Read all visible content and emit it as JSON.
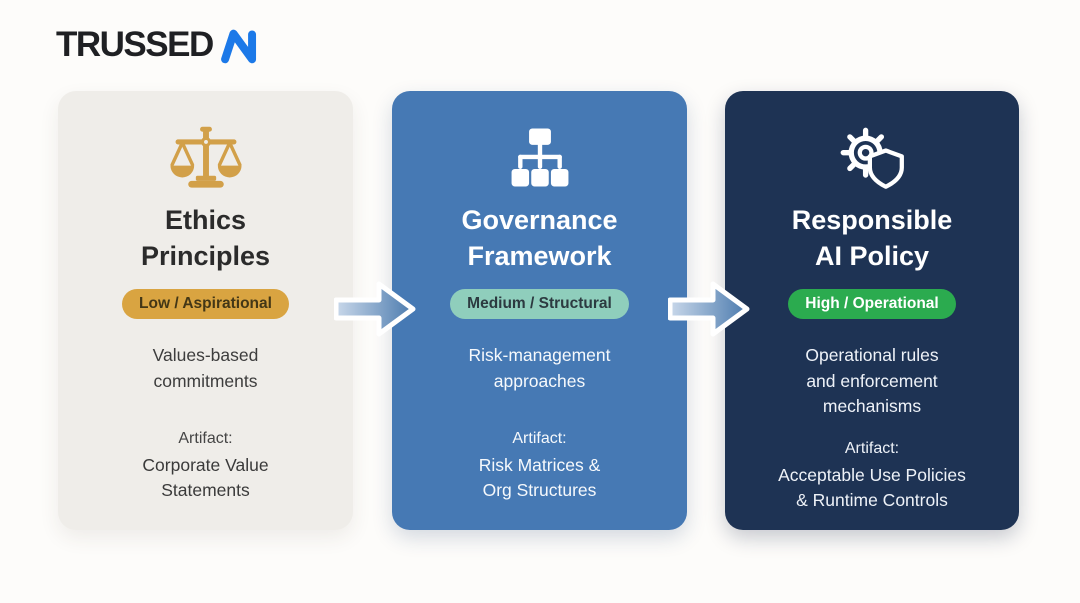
{
  "logo": {
    "text": "TRUSSED",
    "mark": "AI"
  },
  "colors": {
    "background": "#fdfcfa",
    "logo_blue": "#1c79e8",
    "card_ethics_bg": "#efede9",
    "card_governance_bg": "#4679b4",
    "card_policy_bg": "#1e3354",
    "badge_low_bg": "#d9a441",
    "badge_medium_bg": "#8fcebc",
    "badge_high_bg": "#2bab4f",
    "scales_gold": "#d2a049",
    "arrow_gradient_start": "#c9d8ea",
    "arrow_gradient_end": "#4c7bae"
  },
  "cards": [
    {
      "icon": "scales-icon",
      "title_lines": [
        "Ethics",
        "Principles"
      ],
      "badge": "Low / Aspirational",
      "description_lines": [
        "Values-based",
        "commitments"
      ],
      "artifact_label": "Artifact:",
      "artifact_lines": [
        "Corporate Value",
        "Statements"
      ]
    },
    {
      "icon": "org-chart-icon",
      "title_lines": [
        "Governance",
        "Framework"
      ],
      "badge": "Medium / Structural",
      "description_lines": [
        "Risk-management",
        "approaches"
      ],
      "artifact_label": "Artifact:",
      "artifact_lines": [
        "Risk Matrices &",
        "Org Structures"
      ]
    },
    {
      "icon": "gear-shield-icon",
      "title_lines": [
        "Responsible",
        "AI Policy"
      ],
      "badge": "High / Operational",
      "description_lines": [
        "Operational rules",
        "and enforcement",
        "mechanisms"
      ],
      "artifact_label": "Artifact:",
      "artifact_lines": [
        "Acceptable Use Policies",
        "& Runtime Controls"
      ]
    }
  ]
}
